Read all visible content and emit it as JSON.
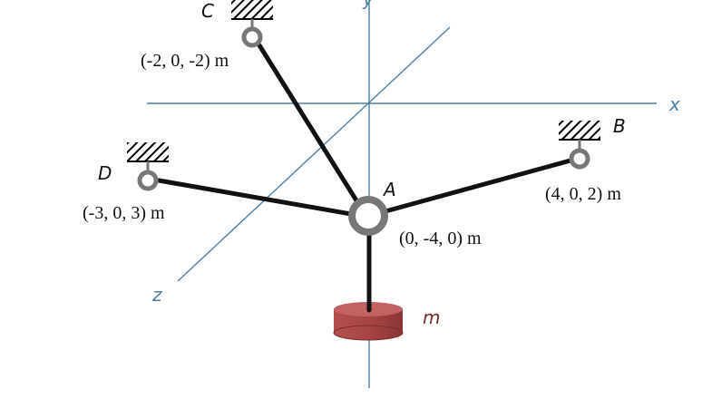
{
  "axes": {
    "x": "x",
    "y": "y",
    "z": "z"
  },
  "points": {
    "A": {
      "label": "A",
      "coord": "(0, -4, 0) m"
    },
    "B": {
      "label": "B",
      "coord": "(4, 0, 2) m"
    },
    "C": {
      "label": "C",
      "coord": "(-2, 0, -2) m"
    },
    "D": {
      "label": "D",
      "coord": "(-3, 0, 3) m"
    }
  },
  "mass": {
    "label": "m",
    "color": "#a84848"
  },
  "colors": {
    "axis": "#4a7fa8",
    "cable": "#111111",
    "ring": "#777777"
  }
}
